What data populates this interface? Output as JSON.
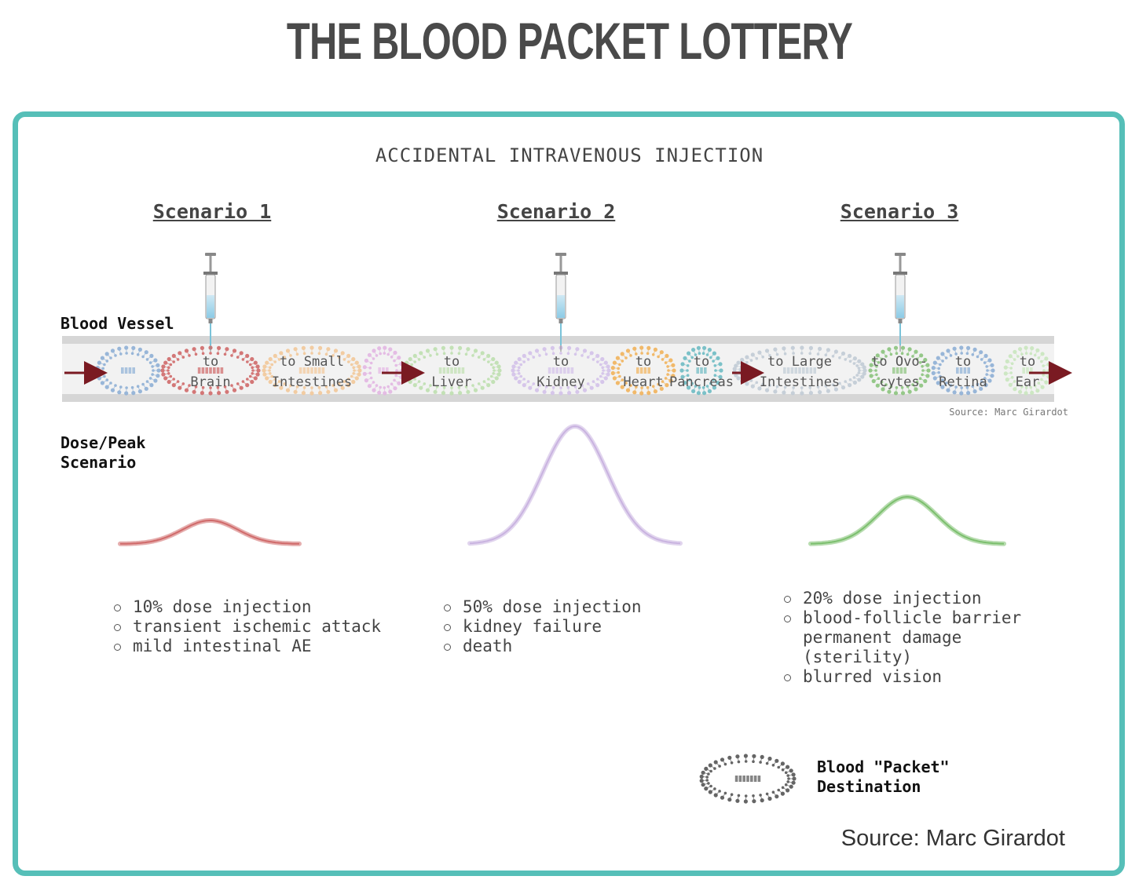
{
  "title": "THE BLOOD PACKET LOTTERY",
  "subtitle": "ACCIDENTAL INTRAVENOUS INJECTION",
  "scenarios": [
    {
      "heading": "Scenario 1",
      "bullets": [
        "10% dose injection",
        "transient ischemic attack",
        "mild intestinal AE"
      ],
      "dose_fraction": 0.1,
      "curve_color": "#d06a6a"
    },
    {
      "heading": "Scenario 2",
      "bullets": [
        "50% dose injection",
        "kidney failure",
        "death"
      ],
      "dose_fraction": 0.5,
      "curve_color": "#c9b3e0"
    },
    {
      "heading": "Scenario 3",
      "bullets": [
        "20% dose injection",
        "blood-follicle barrier",
        "permanent damage",
        "(sterility)",
        "blurred vision"
      ],
      "dose_fraction": 0.2,
      "curve_color": "#7cbf6e"
    }
  ],
  "labels": {
    "blood_vessel": "Blood Vessel",
    "dose_peak_line1": "Dose/Peak",
    "dose_peak_line2": "Scenario",
    "vessel_source": "Source: Marc Girardot",
    "legend_line1": "Blood \"Packet\"",
    "legend_line2": "Destination",
    "source": "Source: Marc Girardot"
  },
  "packets": [
    {
      "line1": "",
      "line2": "",
      "color": "#8fb0d6"
    },
    {
      "line1": "to",
      "line2": "Brain",
      "color": "#d06a6a"
    },
    {
      "line1": "to Small",
      "line2": "Intestines",
      "color": "#f3c89a"
    },
    {
      "line1": "",
      "line2": "",
      "color": "#e3b7e3"
    },
    {
      "line1": "to",
      "line2": "Liver",
      "color": "#bfe0b0"
    },
    {
      "line1": "to",
      "line2": "Kidney",
      "color": "#d3c2ea"
    },
    {
      "line1": "to",
      "line2": "Heart",
      "color": "#f1b35c"
    },
    {
      "line1": "to",
      "line2": "Pancreas",
      "color": "#6fbcc4"
    },
    {
      "line1": "to Large",
      "line2": "Intestines",
      "color": "#c2ccd6"
    },
    {
      "line1": "to Ovo-",
      "line2": "cytes",
      "color": "#8cc47e"
    },
    {
      "line1": "to",
      "line2": "Retina",
      "color": "#8fb0d6"
    },
    {
      "line1": "to",
      "line2": "Ear",
      "color": "#c9e6be"
    }
  ],
  "colors": {
    "frame": "#56bfb8",
    "arrow": "#7a1a22",
    "vessel": "#d9d9d9"
  }
}
